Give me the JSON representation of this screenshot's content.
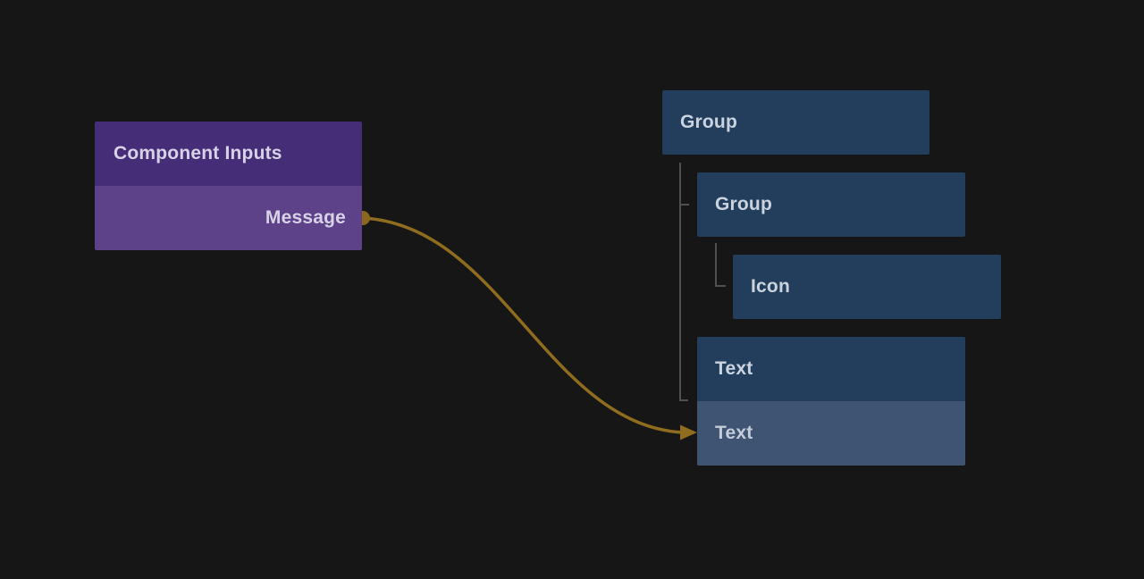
{
  "colors": {
    "canvas-bg": "#161616",
    "purple-header": "#462d77",
    "purple-row": "#5d4189",
    "purple-text": "#d7d2e6",
    "node-blue": "#233d5c",
    "node-blue-selected": "#3e5472",
    "blue-text": "#cbd3df",
    "selected-row-text": "#c3cbd8",
    "connector-gray": "#505053",
    "wire-gold": "#8f6c1e",
    "wire-dot": "#8a671c"
  },
  "component_inputs_node": {
    "title": "Component Inputs",
    "output_port_label": "Message"
  },
  "layer_tree": {
    "nodes": [
      {
        "label": "Group"
      },
      {
        "label": "Group"
      },
      {
        "label": "Icon"
      },
      {
        "label": "Text",
        "highlighted_row_label": "Text"
      }
    ]
  },
  "connection": {
    "from_port": "Message",
    "to_row": "Text"
  }
}
